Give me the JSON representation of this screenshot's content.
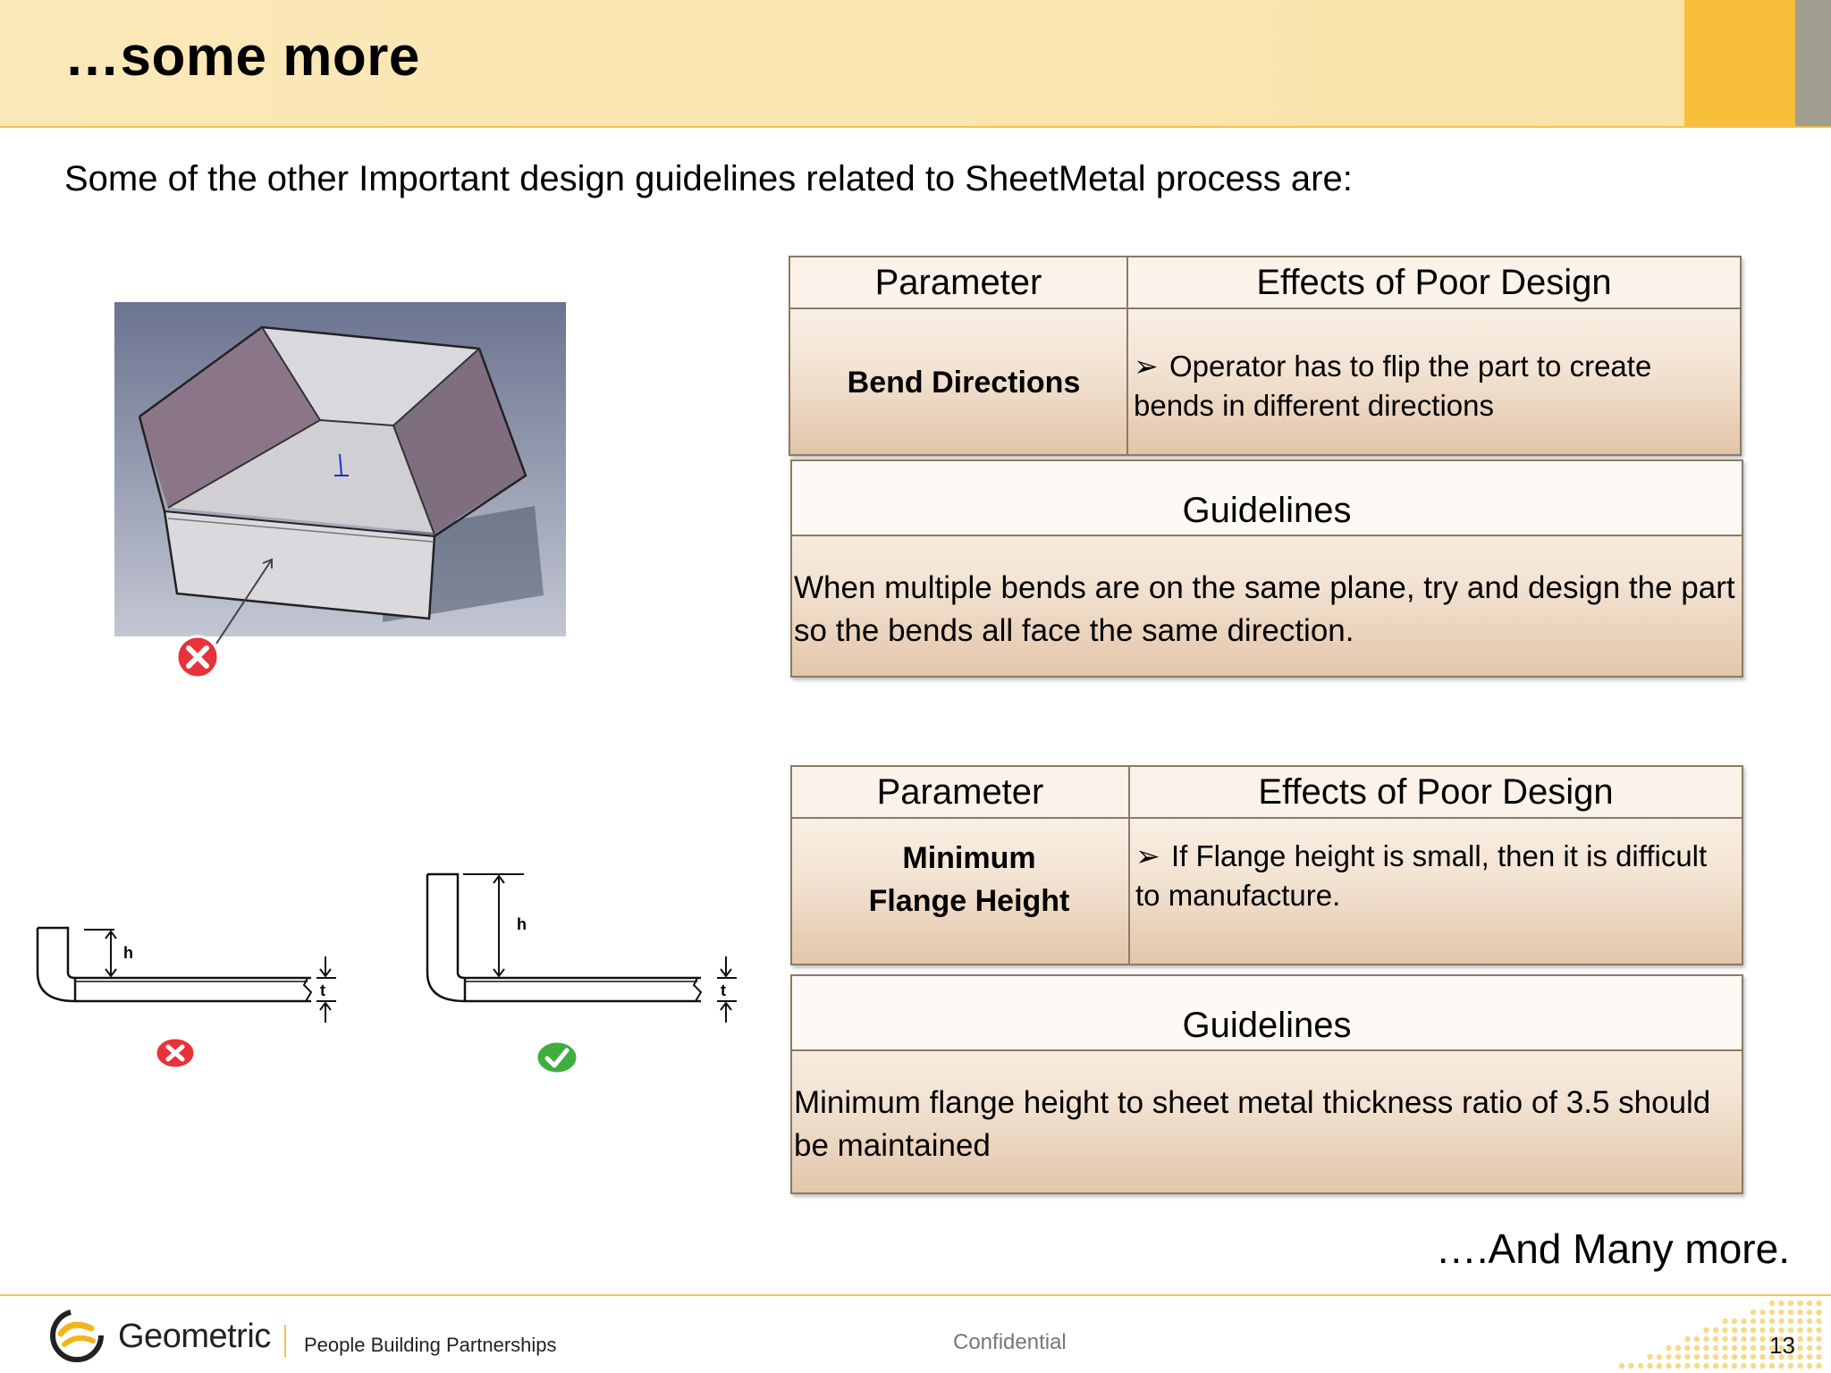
{
  "slide": {
    "title": "…some more",
    "subtitle": "Some of the other Important design guidelines related to SheetMetal process are:",
    "closing": "….And Many more."
  },
  "table1": {
    "col1_header": "Parameter",
    "col2_header": "Effects of Poor Design",
    "parameter": "Bend Directions",
    "effect": "Operator has to flip the part to create bends in different directions"
  },
  "guideline1": {
    "header": "Guidelines",
    "text": "When multiple bends are on the same plane, try and design the part so the bends all face the same direction."
  },
  "table2": {
    "col1_header": "Parameter",
    "col2_header": "Effects of Poor Design",
    "parameter": "Minimum Flange Height",
    "effect": "If Flange height is small, then it is difficult to manufacture."
  },
  "guideline2": {
    "header": "Guidelines",
    "text": "Minimum flange height to sheet metal thickness ratio of 3.5 should be maintained"
  },
  "diagrams": {
    "dim_h": "h",
    "dim_t": "t",
    "bad_icon": "x-cross-icon",
    "good_icon": "checkmark-icon"
  },
  "footer": {
    "brand": "Geometric",
    "tagline": "People Building Partnerships",
    "confidential": "Confidential",
    "page_number": "13"
  },
  "colors": {
    "header_bg": "#fbe8b8",
    "accent_yellow": "#f8bf3a",
    "accent_gray": "#a09e90",
    "table_border": "#8c7a63"
  }
}
